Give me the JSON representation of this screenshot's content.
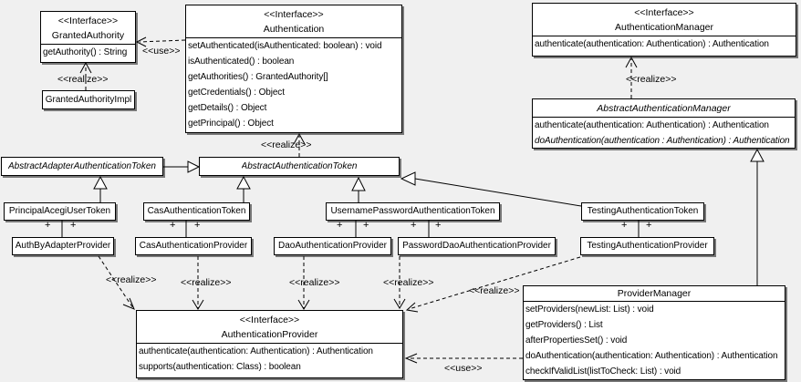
{
  "colors": {
    "background": "#f0f0f0",
    "box_fill": "#ffffff",
    "line": "#000000"
  },
  "labels": {
    "realize": "<<realize>>",
    "use": "<<use>>",
    "plus": "+"
  },
  "classes": {
    "granted_authority": {
      "stereotype": "<<Interface>>",
      "name": "GrantedAuthority",
      "methods": [
        "getAuthority() : String"
      ]
    },
    "granted_authority_impl": {
      "name": "GrantedAuthorityImpl"
    },
    "authentication": {
      "stereotype": "<<Interface>>",
      "name": "Authentication",
      "methods": [
        "setAuthenticated(isAuthenticated: boolean) : void",
        "isAuthenticated() : boolean",
        "getAuthorities() : GrantedAuthority[]",
        "getCredentials() : Object",
        "getDetails() : Object",
        "getPrincipal() : Object"
      ]
    },
    "authentication_manager": {
      "stereotype": "<<Interface>>",
      "name": "AuthenticationManager",
      "methods": [
        "authenticate(authentication: Authentication) : Authentication"
      ]
    },
    "abstract_authentication_manager": {
      "name": "AbstractAuthenticationManager",
      "methods": [
        "authenticate(authentication: Authentication) : Authentication",
        "doAuthentication(authentication : Authentication) : Authentication"
      ]
    },
    "abstract_adapter_authentication_token": {
      "name": "AbstractAdapterAuthenticationToken"
    },
    "abstract_authentication_token": {
      "name": "AbstractAuthenticationToken"
    },
    "principal_acegi_user_token": {
      "name": "PrincipalAcegiUserToken"
    },
    "cas_authentication_token": {
      "name": "CasAuthenticationToken"
    },
    "username_password_authentication_token": {
      "name": "UsernamePasswordAuthenticationToken"
    },
    "testing_authentication_token": {
      "name": "TestingAuthenticationToken"
    },
    "auth_by_adapter_provider": {
      "name": "AuthByAdapterProvider"
    },
    "cas_authentication_provider": {
      "name": "CasAuthenticationProvider"
    },
    "dao_authentication_provider": {
      "name": "DaoAuthenticationProvider"
    },
    "password_dao_authentication_provider": {
      "name": "PasswordDaoAuthenticationProvider"
    },
    "testing_authentication_provider": {
      "name": "TestingAuthenticationProvider"
    },
    "authentication_provider": {
      "stereotype": "<<Interface>>",
      "name": "AuthenticationProvider",
      "methods": [
        "authenticate(authentication: Authentication) : Authentication",
        "supports(authentication: Class) : boolean"
      ]
    },
    "provider_manager": {
      "name": "ProviderManager",
      "methods": [
        "setProviders(newList: List) : void",
        "getProviders() : List",
        "afterPropertiesSet() : void",
        "doAuthentication(authentication: Authentication) : Authentication",
        "checkIfValidList(listToCheck: List) : void"
      ]
    }
  }
}
